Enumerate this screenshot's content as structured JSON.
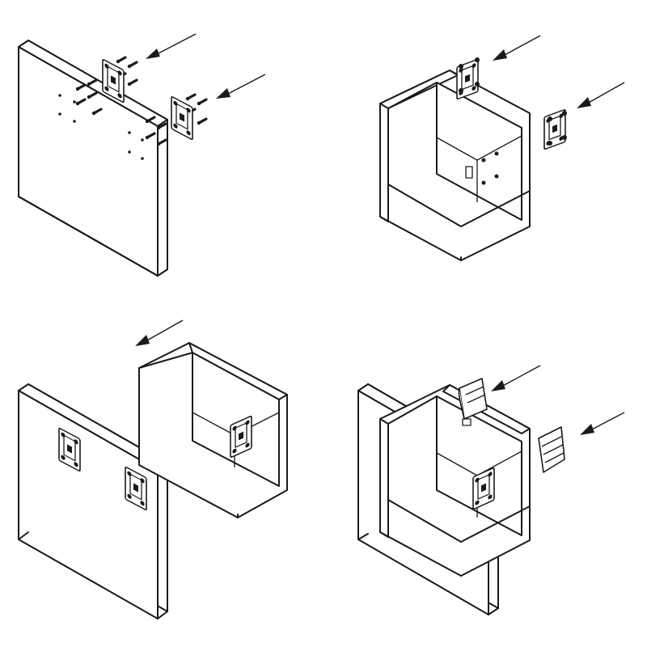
{
  "steps": [
    {
      "id": "step-1",
      "description_hidden": false
    },
    {
      "id": "step-2"
    },
    {
      "id": "step-3"
    },
    {
      "id": "step-4"
    }
  ],
  "colors": {
    "line": "#1a1a1a",
    "background": "#ffffff"
  },
  "icons": [
    "arrow-icon",
    "hinge-bracket-icon",
    "screw-icon",
    "cover-cap-icon"
  ]
}
